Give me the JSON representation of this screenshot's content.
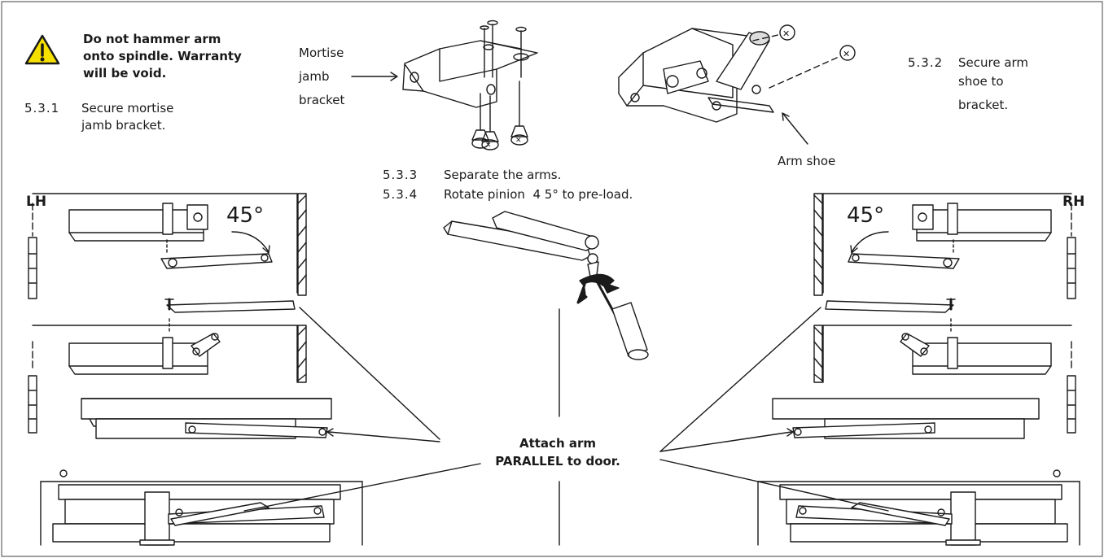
{
  "warning": {
    "icon": "warning-triangle-icon",
    "text_lines": [
      "Do not hammer arm",
      "onto spindle. Warranty",
      "will be void."
    ]
  },
  "steps": {
    "s531": {
      "num": "5.3.1",
      "lines": [
        "Secure mortise",
        "jamb bracket."
      ]
    },
    "s532": {
      "num": "5.3.2",
      "lines": [
        "Secure arm",
        "shoe to",
        "bracket."
      ]
    },
    "s533": {
      "num": "5.3.3",
      "text": "Separate the arms."
    },
    "s534": {
      "num": "5.3.4",
      "text": "Rotate pinion  4 5° to pre-load."
    }
  },
  "callouts": {
    "mortise": [
      "Mortise",
      "jamb",
      "bracket"
    ],
    "arm_shoe": "Arm shoe",
    "attach": [
      "Attach arm",
      "PARALLEL to door."
    ]
  },
  "hands": {
    "left": "LH",
    "right": "RH"
  },
  "angles": {
    "left": "45°",
    "right": "45°"
  },
  "colors": {
    "line": "#1a1a1a",
    "warning_fill": "#f6e000",
    "frame": "#666666"
  }
}
